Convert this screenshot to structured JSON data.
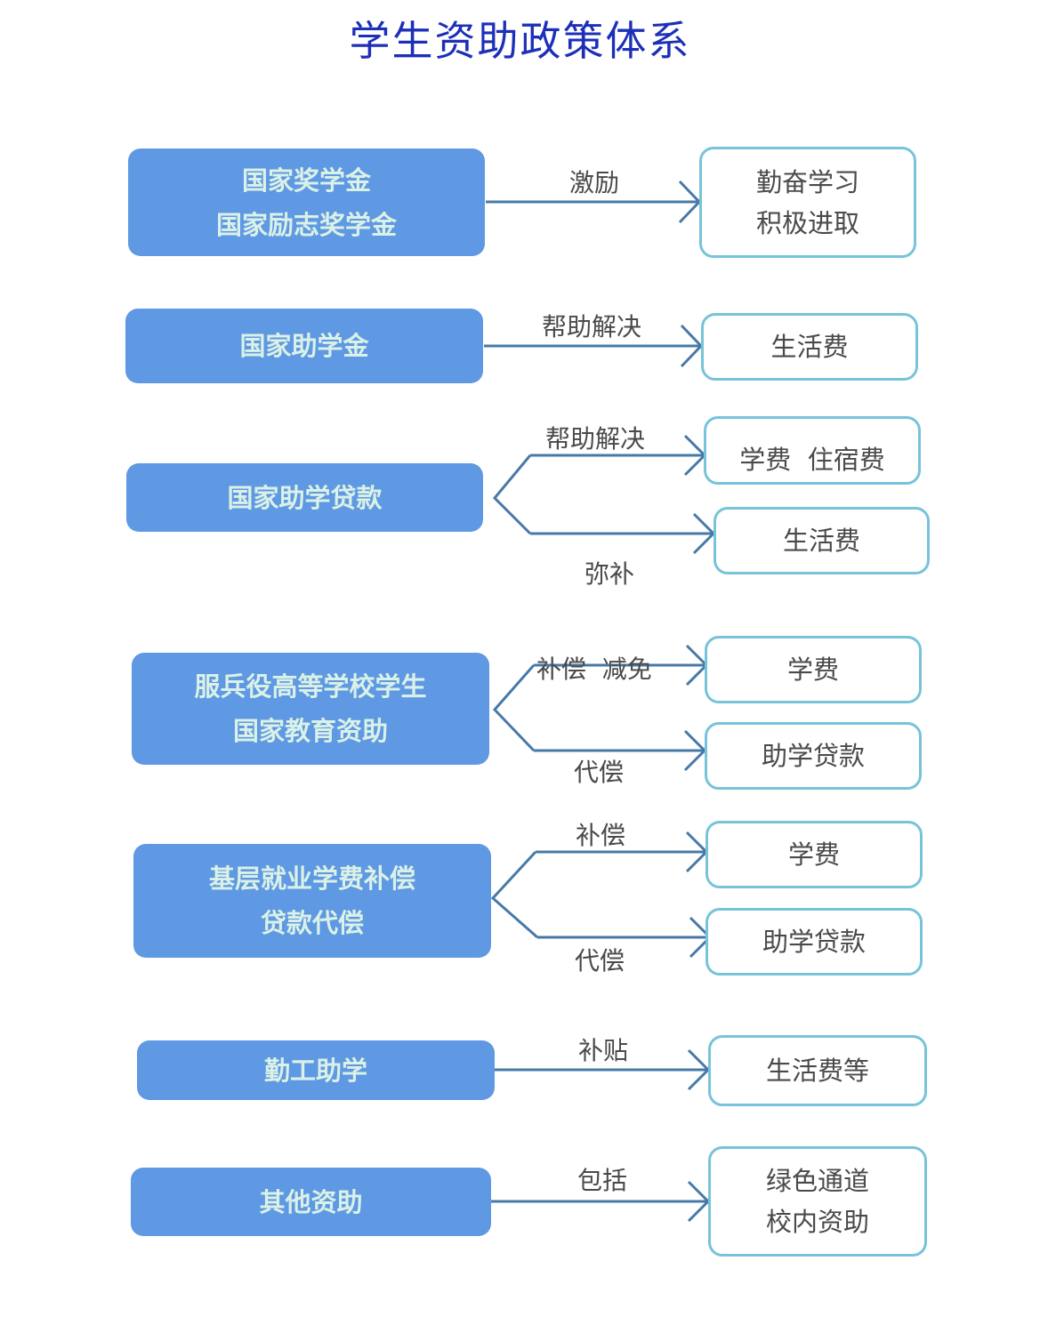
{
  "title": "学生资助政策体系",
  "rows": [
    {
      "source": [
        "国家奖学金",
        "国家励志奖学金"
      ],
      "links": [
        {
          "label": "激励",
          "target": [
            "勤奋学习",
            "积极进取"
          ]
        }
      ]
    },
    {
      "source": [
        "国家助学金"
      ],
      "links": [
        {
          "label": "帮助解决",
          "target": [
            "生活费"
          ]
        }
      ]
    },
    {
      "source": [
        "国家助学贷款"
      ],
      "links": [
        {
          "label": "帮助解决",
          "target": [
            "学费  住宿费"
          ]
        },
        {
          "label": "弥补",
          "target": [
            "生活费"
          ]
        }
      ]
    },
    {
      "source": [
        "服兵役高等学校学生",
        "国家教育资助"
      ],
      "links": [
        {
          "label": "补偿  减免",
          "target": [
            "学费"
          ]
        },
        {
          "label": "代偿",
          "target": [
            "助学贷款"
          ]
        }
      ]
    },
    {
      "source": [
        "基层就业学费补偿",
        "贷款代偿"
      ],
      "links": [
        {
          "label": "补偿",
          "target": [
            "学费"
          ]
        },
        {
          "label": "代偿",
          "target": [
            "助学贷款"
          ]
        }
      ]
    },
    {
      "source": [
        "勤工助学"
      ],
      "links": [
        {
          "label": "补贴",
          "target": [
            "生活费等"
          ]
        }
      ]
    },
    {
      "source": [
        "其他资助"
      ],
      "links": [
        {
          "label": "包括",
          "target": [
            "绿色通道",
            "校内资助"
          ]
        }
      ]
    }
  ]
}
